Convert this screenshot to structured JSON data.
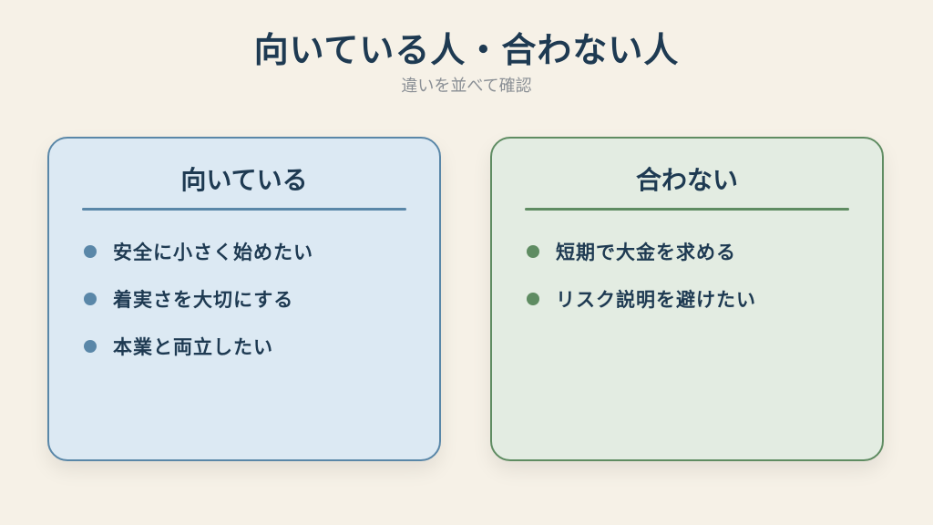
{
  "title": "向いている人・合わない人",
  "subtitle": "違いを並べて確認",
  "colors": {
    "background": "#f6f1e7",
    "text_dark": "#1e3a52",
    "left_accent": "#5a87a8",
    "left_fill": "#dce9f3",
    "right_accent": "#5f8c62",
    "right_fill": "#e3ece2"
  },
  "left_card": {
    "heading": "向いている",
    "items": [
      "安全に小さく始めたい",
      "着実さを大切にする",
      "本業と両立したい"
    ]
  },
  "right_card": {
    "heading": "合わない",
    "items": [
      "短期で大金を求める",
      "リスク説明を避けたい"
    ]
  }
}
